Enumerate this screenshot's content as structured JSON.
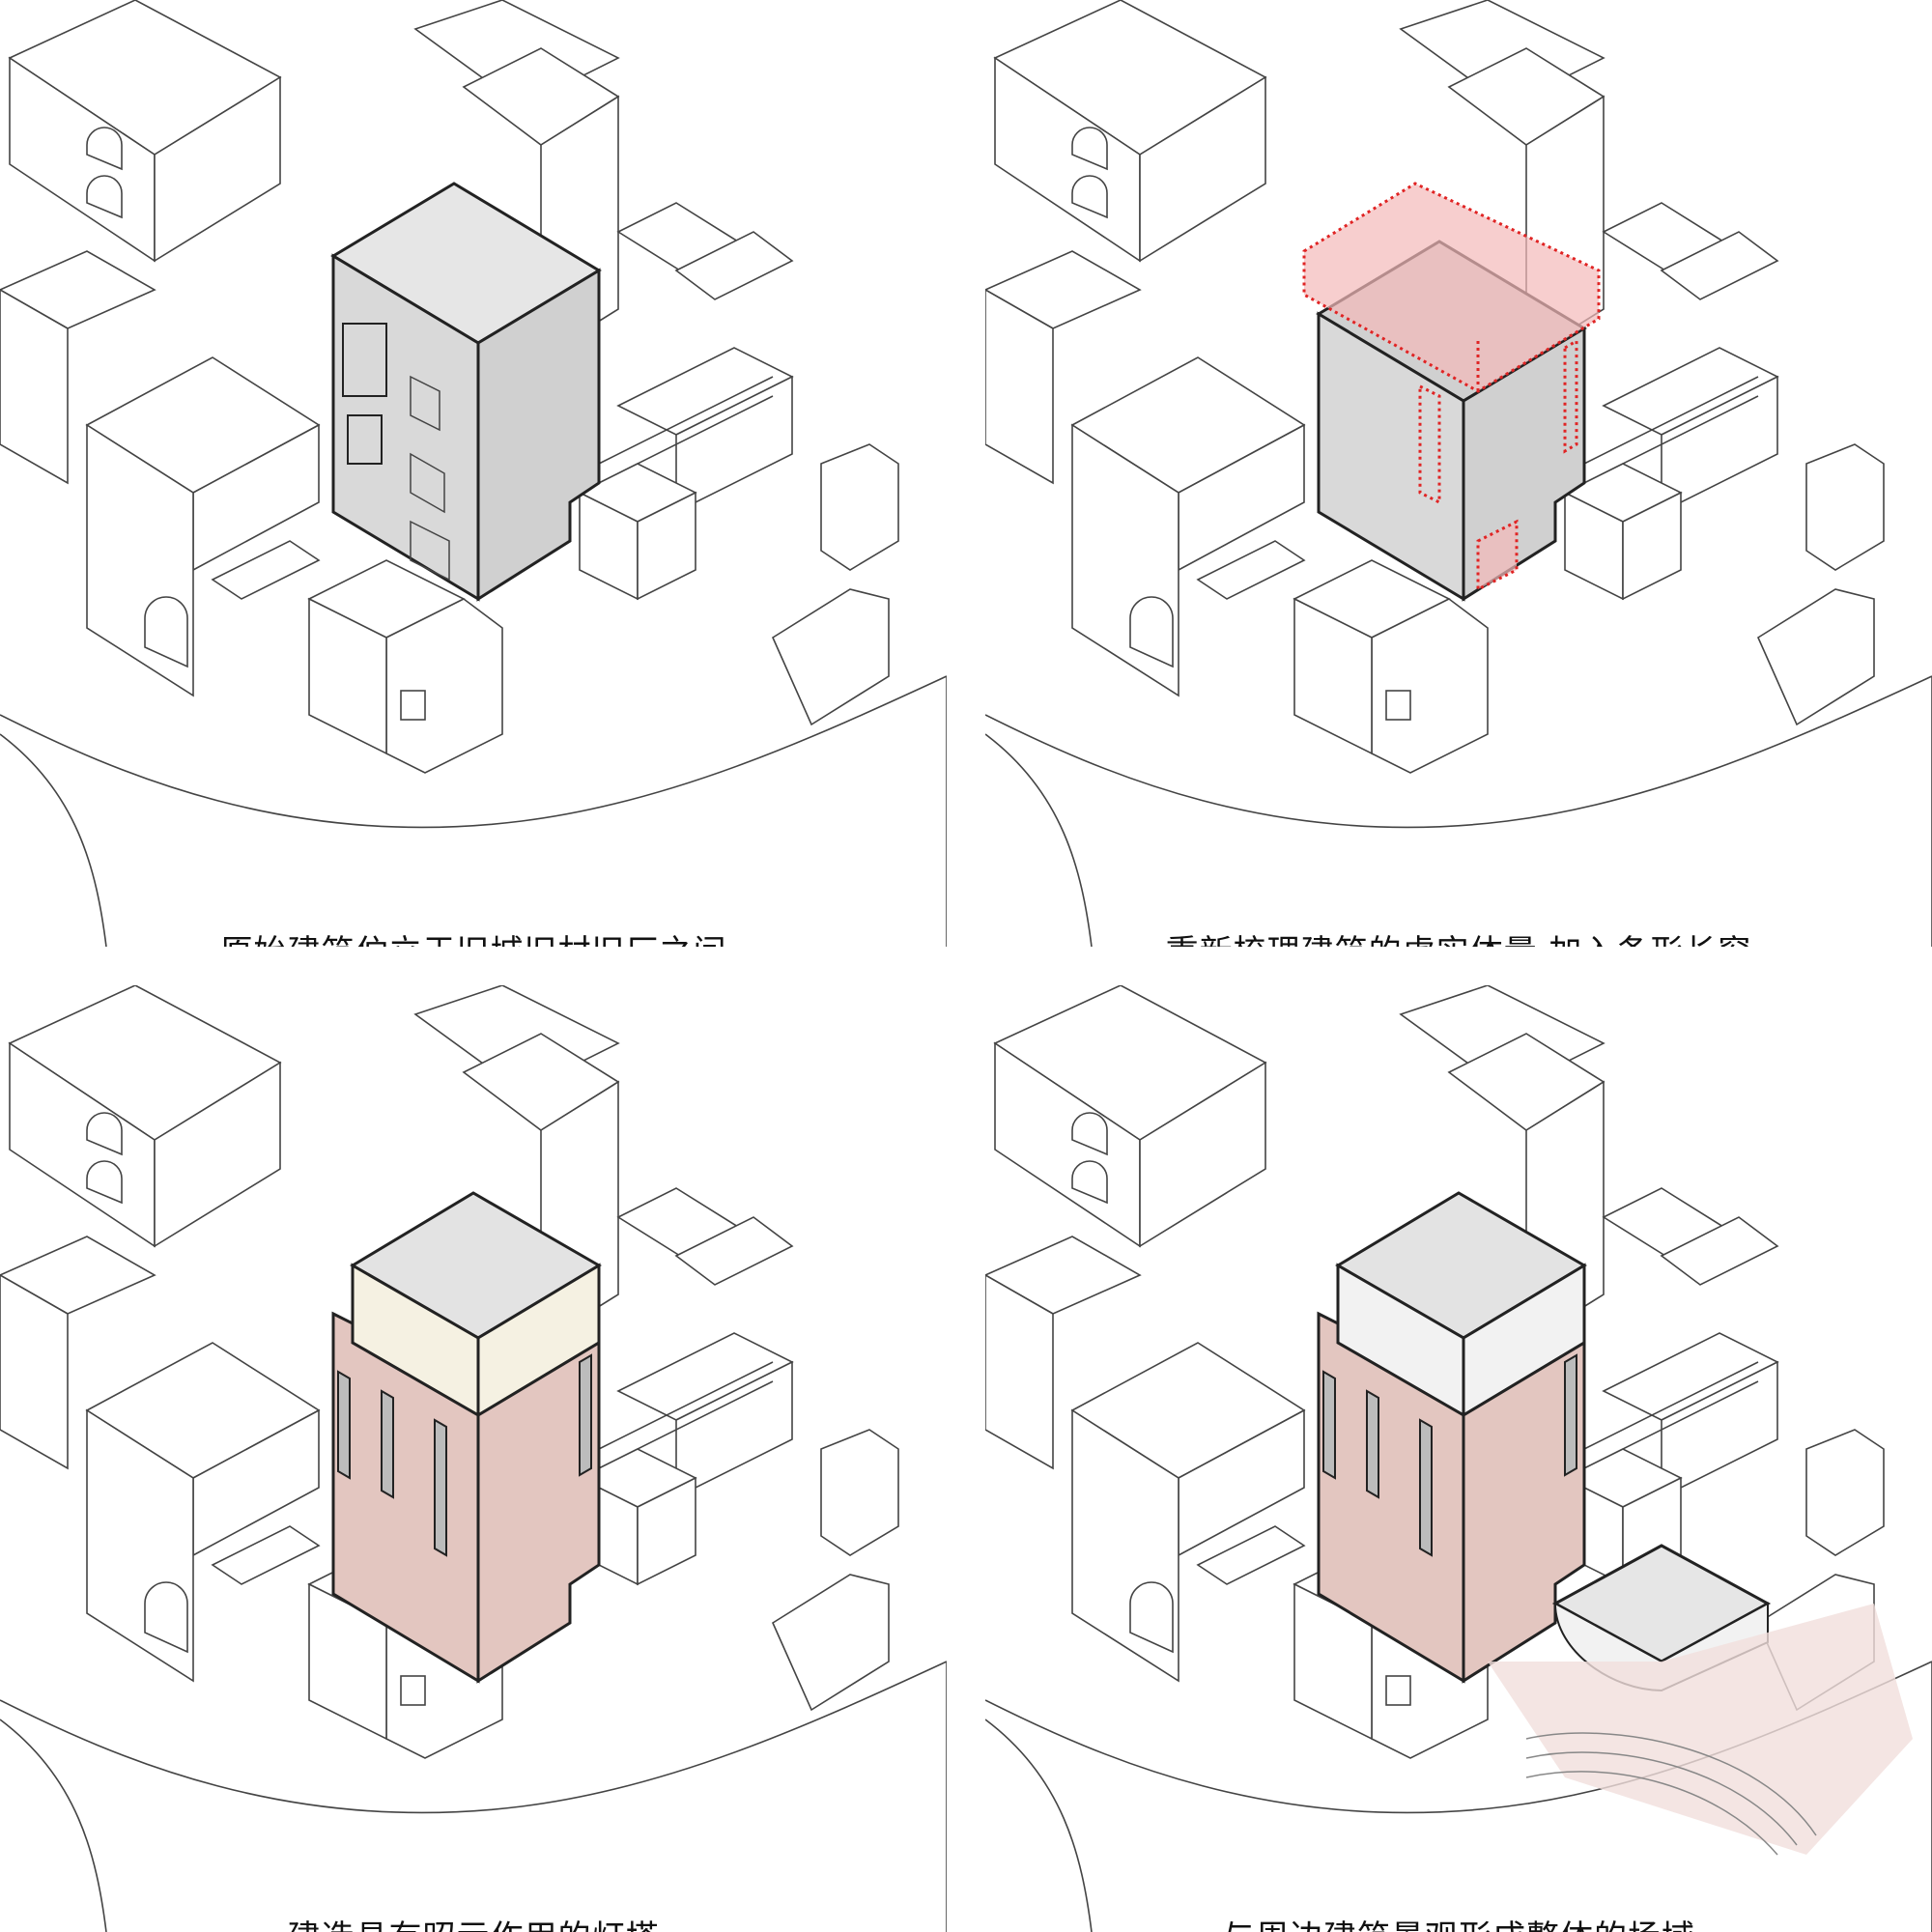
{
  "panels": [
    {
      "caption": "原始建筑伫立于旧城旧村旧厂之间"
    },
    {
      "caption": "重新梳理建筑的虚实体量 加入条形长窗"
    },
    {
      "caption": "建造具有昭示作用的灯塔"
    },
    {
      "caption": "与周边建筑景观形成整体的场域"
    }
  ],
  "colors": {
    "original_tower": "#d9d9d9",
    "tower_pink": "#e3c6c0",
    "red_dotted": "#e02424",
    "red_fill": "#f4b9b9",
    "glass": "#f5f1e2",
    "landscape": "#f1dfdc",
    "line": "#444444"
  }
}
